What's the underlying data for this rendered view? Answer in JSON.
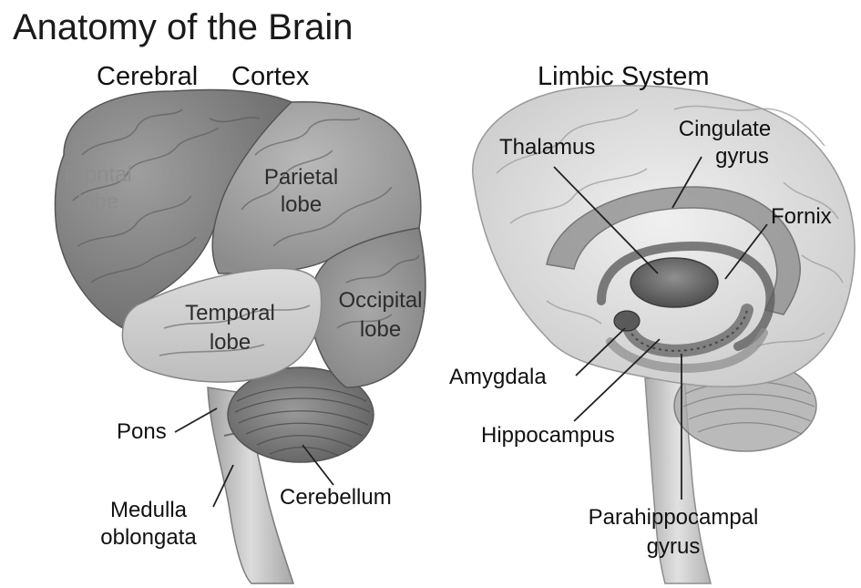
{
  "title": "Anatomy of the Brain",
  "left_panel": {
    "heading_left": "Cerebral",
    "heading_right": "Cortex",
    "labels": {
      "frontal_1": "Frontal",
      "frontal_2": "lobe",
      "parietal_1": "Parietal",
      "parietal_2": "lobe",
      "temporal_1": "Temporal",
      "temporal_2": "lobe",
      "occipital_1": "Occipital",
      "occipital_2": "lobe",
      "pons": "Pons",
      "medulla_1": "Medulla",
      "medulla_2": "oblongata",
      "cerebellum": "Cerebellum"
    }
  },
  "right_panel": {
    "heading": "Limbic System",
    "labels": {
      "thalamus": "Thalamus",
      "cingulate_1": "Cingulate",
      "cingulate_2": "gyrus",
      "fornix": "Fornix",
      "amygdala": "Amygdala",
      "hippocampus": "Hippocampus",
      "parahippocampal_1": "Parahippocampal",
      "parahippocampal_2": "gyrus"
    }
  },
  "colors": {
    "frontal": "#8a8a8a",
    "parietal": "#a4a4a4",
    "temporal": "#cfcfcf",
    "occipital": "#9a9a9a",
    "cerebellum": "#8f8f8f",
    "brainstem": "#bdbdbd",
    "limbic_brain": "#e2e2e2",
    "limbic_structures": "#7c7c7c"
  }
}
